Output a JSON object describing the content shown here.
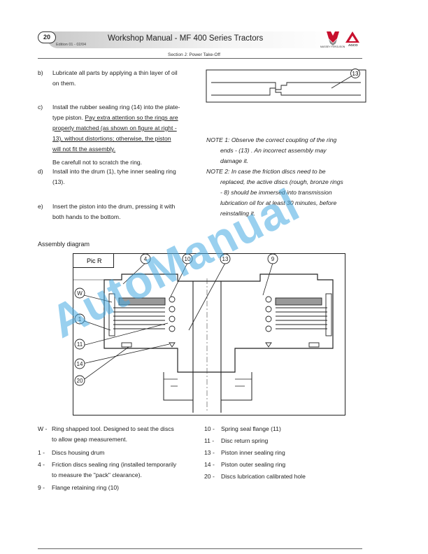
{
  "header": {
    "page_number": "20",
    "title": "Workshop Manual - MF 400 Series Tractors",
    "edition": "Edition 01 - 02/04",
    "section": "Section J: Power Take-Off",
    "logo_left_caption": "MASSEY FERGUSON",
    "logo_right_caption": "AGCO"
  },
  "steps": [
    {
      "marker": "b)",
      "lines": [
        "Lubricate all parts by applying a thin layer of oil",
        "on them."
      ]
    },
    {
      "marker": "c)",
      "lines_plain": [
        "Install the rubber sealing ring (14) into the plate-",
        "type piston. "
      ],
      "lines_underlined": [
        "Pay extra attention so the rings are",
        "properly matched (as shown on figure at right -",
        "13), without distortions; otherwise, the piston",
        "will not fit the assembly."
      ],
      "extra": "Be carefull not to scratch the ring."
    },
    {
      "marker": "d)",
      "lines": [
        "Install into the drum (1), tyhe inner sealing ring",
        "(13)."
      ]
    },
    {
      "marker": "e)",
      "lines": [
        "Insert the piston into the drum, pressing it with",
        "both hands to the bottom."
      ]
    }
  ],
  "notes": [
    {
      "label": "NOTE 1:",
      "first": "Observe the correct coupling of the ring",
      "rest": [
        "ends   -   (13) . An incorrect assembly may",
        "damage it."
      ]
    },
    {
      "label": "NOTE 2:",
      "first": "In case the friction discs need to be",
      "rest": [
        "replaced, the active discs (rough, bronze rings",
        "- 8) should be immersed into transmission",
        "lubrication oil for  at least 30 minutes, before",
        "reinstalling it."
      ]
    }
  ],
  "detail_figure": {
    "callout": "13"
  },
  "assembly": {
    "heading": "Assembly diagram",
    "pic_label": "Pic  R",
    "callouts": [
      "4",
      "10",
      "13",
      "9",
      "W",
      "1",
      "11",
      "14",
      "20"
    ]
  },
  "legend_left": [
    {
      "key": "W -",
      "lines": [
        "Ring shapped tool. Designed to seat the discs",
        "to allow geap measurement."
      ]
    },
    {
      "key": "1 -",
      "lines": [
        "Discs housing drum"
      ]
    },
    {
      "key": "4 -",
      "lines": [
        "Friction discs sealing ring (installed temporarily",
        "to measure the \"pack\" clearance)."
      ]
    },
    {
      "key": "9 -",
      "lines": [
        "Flange retaining ring (10)"
      ]
    }
  ],
  "legend_right": [
    {
      "key": "10 -",
      "text": "Spring seal flange (11)"
    },
    {
      "key": "11 -",
      "text": "Disc return spring"
    },
    {
      "key": "13 -",
      "text": "Piston inner sealing ring"
    },
    {
      "key": "14 -",
      "text": "Piston outer sealing ring"
    },
    {
      "key": "20 -",
      "text": "Discs lubrication calibrated  hole"
    }
  ],
  "watermark": "AutoManual",
  "colors": {
    "watermark": "#46aae1",
    "text": "#222222"
  }
}
